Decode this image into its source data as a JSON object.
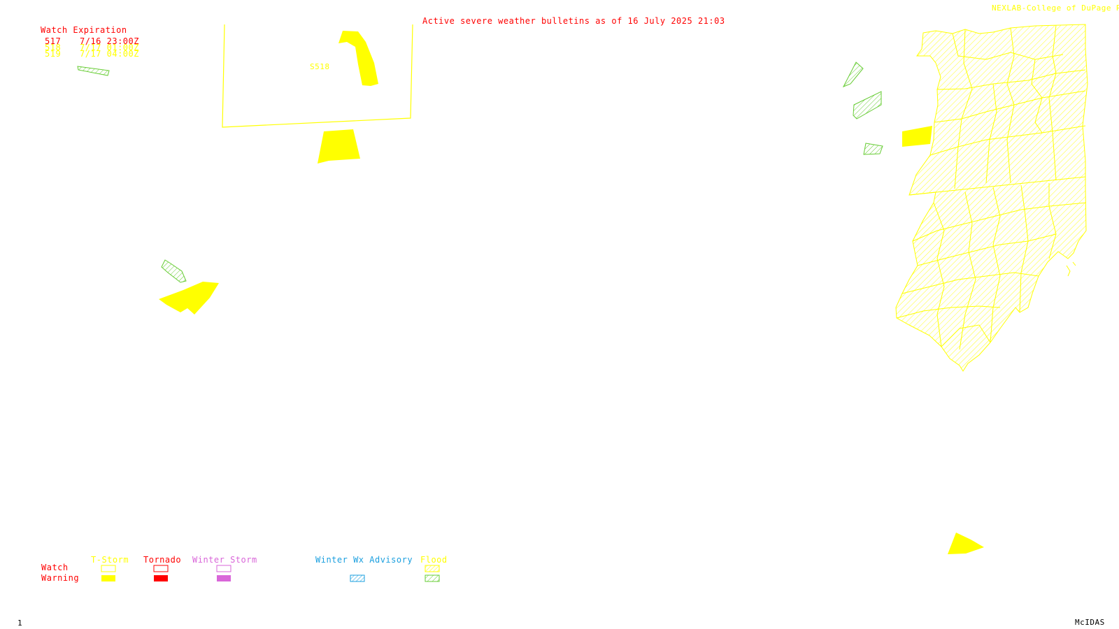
{
  "header": {
    "bulletin_title": "Active severe weather bulletins as of 16 July 2025 21:03",
    "credit": "NEXLAB-College of DuPage R"
  },
  "watch_expiration": {
    "heading": "Watch Expiration",
    "rows": [
      {
        "number": "517",
        "time": "7/16 23:00Z",
        "color": "#ff0000"
      },
      {
        "number": "518",
        "time": "7/17 01:00Z",
        "color": "#ffff00"
      },
      {
        "number": "519",
        "time": "7/17 04:00Z",
        "color": "#ffff00"
      }
    ]
  },
  "map": {
    "watch_box_label": "S518"
  },
  "legend": {
    "watch_label": "Watch",
    "warning_label": "Warning",
    "categories": [
      {
        "label": "T-Storm",
        "color": "#ffff00"
      },
      {
        "label": "Tornado",
        "color": "#ff0000"
      },
      {
        "label": "Winter Storm",
        "color": "#d966d9"
      },
      {
        "label": "Winter Wx Advisory",
        "color": "#1a9fdf"
      },
      {
        "label": "Flood",
        "color": "#ffff00",
        "warning_color": "#66cc33"
      }
    ]
  },
  "footer": {
    "frame_number": "1",
    "software": "McIDAS"
  },
  "colors": {
    "alert_red": "#ff0000",
    "tstorm_yellow": "#ffff00",
    "flood_green": "#66cc33",
    "advisory_blue": "#1a9fdf",
    "winter_purple": "#d966d9",
    "background": "#ffffff"
  }
}
